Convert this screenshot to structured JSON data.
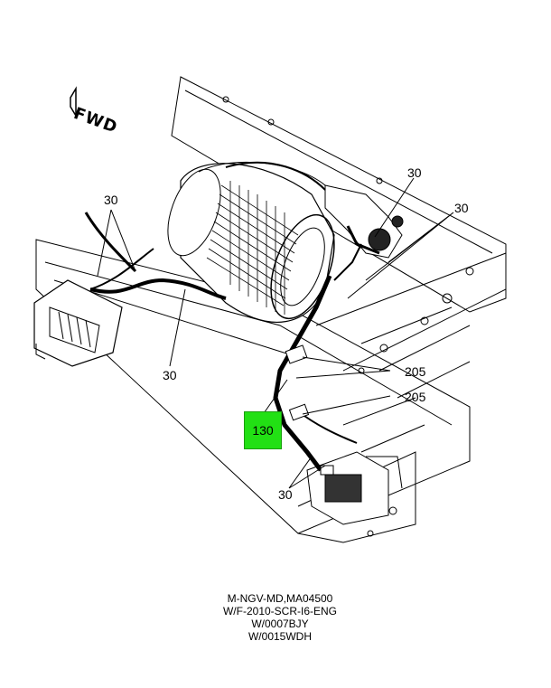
{
  "fwd_label": "FWD",
  "callouts": {
    "c30_top_right": "30",
    "c30_right": "30",
    "c30_left_top": "30",
    "c30_left_bottom": "30",
    "c30_bottom": "30",
    "c205_upper": "205",
    "c205_lower": "205",
    "c130": "130"
  },
  "caption_lines": [
    "M-NGV-MD,MA04500",
    "W/F-2010-SCR-I6-ENG",
    "W/0007BJY",
    "W/0015WDH"
  ],
  "colors": {
    "highlight": "#22e014",
    "line": "#000000"
  }
}
